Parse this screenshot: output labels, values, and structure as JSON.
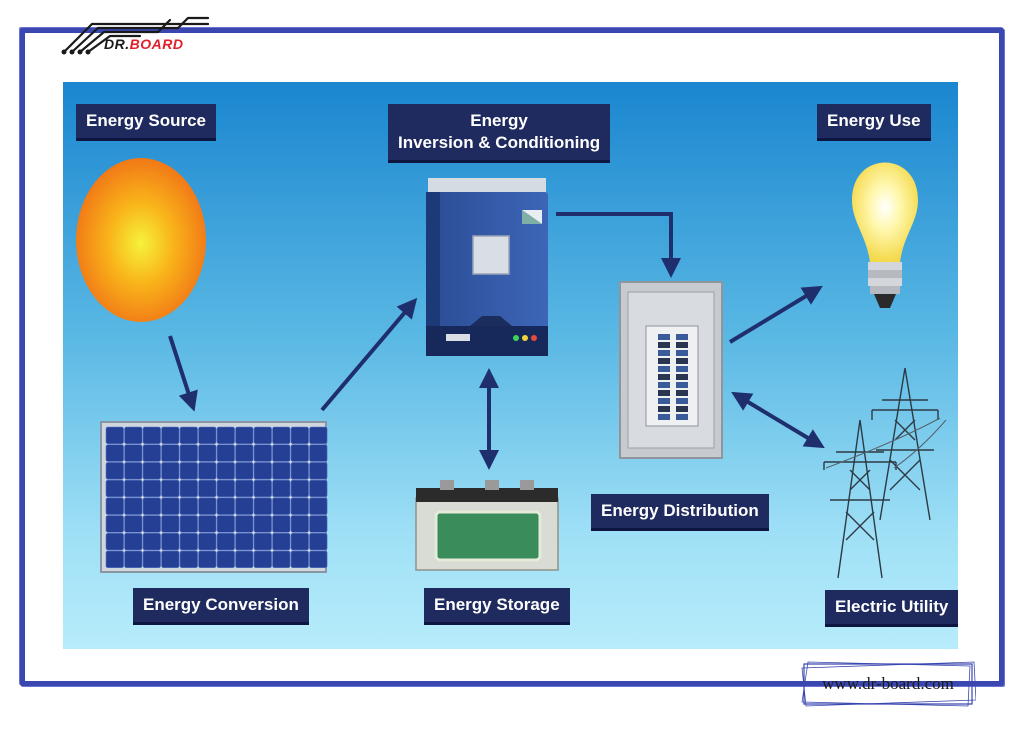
{
  "brand": {
    "logo_left": "DR.",
    "logo_right": "BOARD"
  },
  "nodes": {
    "energy_source": "Energy Source",
    "energy_conversion": "Energy Conversion",
    "inversion_line1": "Energy",
    "inversion_line2": "Inversion & Conditioning",
    "energy_storage": "Energy Storage",
    "energy_distribution": "Energy Distribution",
    "energy_use": "Energy Use",
    "electric_utility": "Electric Utility"
  },
  "website": "www.dr-board.com",
  "colors": {
    "label_bg": "#1f2a5e",
    "arrow": "#1f2f6e",
    "frame": "#3b47b0",
    "logo_accent": "#e0202a"
  },
  "icons": [
    "sun-icon",
    "solar-panel-icon",
    "inverter-icon",
    "battery-icon",
    "breaker-panel-icon",
    "light-bulb-icon",
    "power-tower-icon"
  ]
}
